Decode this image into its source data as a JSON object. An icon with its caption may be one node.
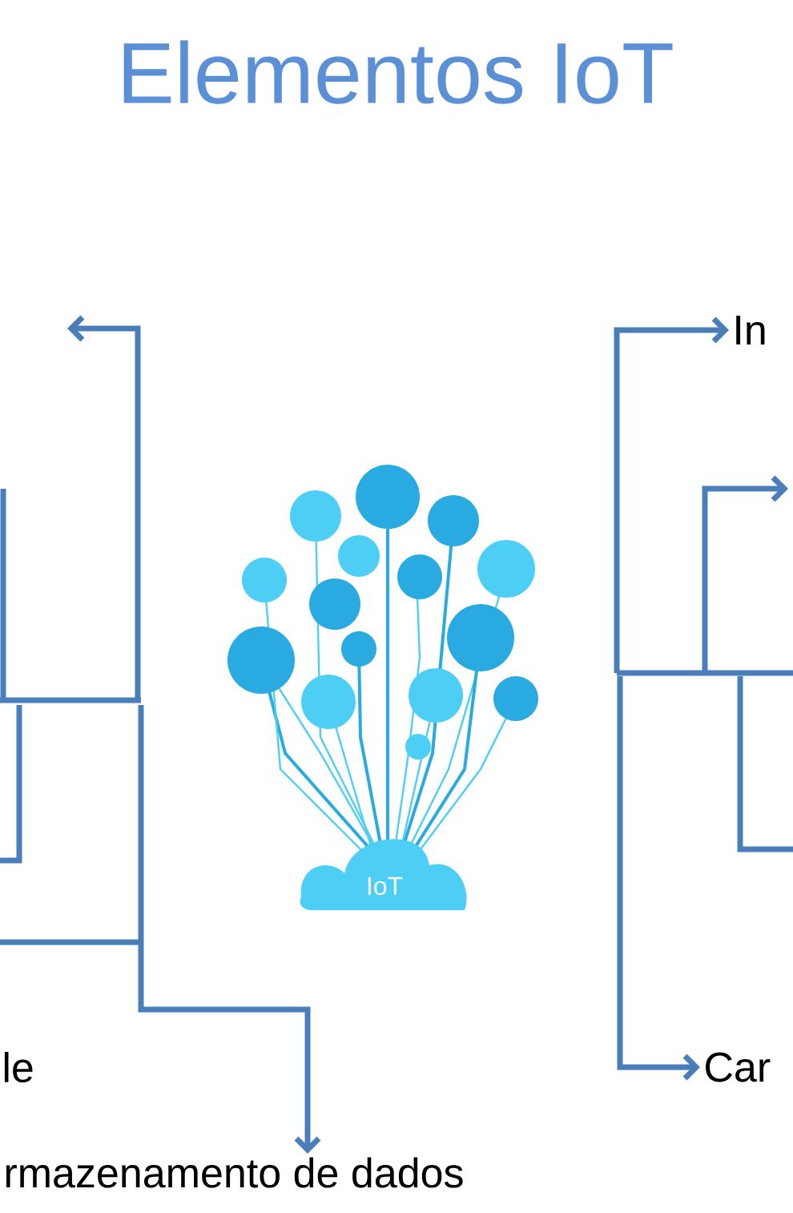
{
  "diagram": {
    "title": "Elementos IoT",
    "nodes": [
      {
        "text": [
          "In"
        ]
      },
      {
        "text": [
          "Car"
        ]
      },
      {
        "text": [
          "rmazenamento de dados"
        ]
      }
    ],
    "edges": [
      {
        "from": null,
        "to": 0,
        "arrow": "to"
      },
      {
        "from": null,
        "to": 1,
        "arrow": "to"
      },
      {
        "from": null,
        "to": 2,
        "arrow": "to"
      }
    ],
    "labels": [
      "le",
      "IoT"
    ]
  }
}
